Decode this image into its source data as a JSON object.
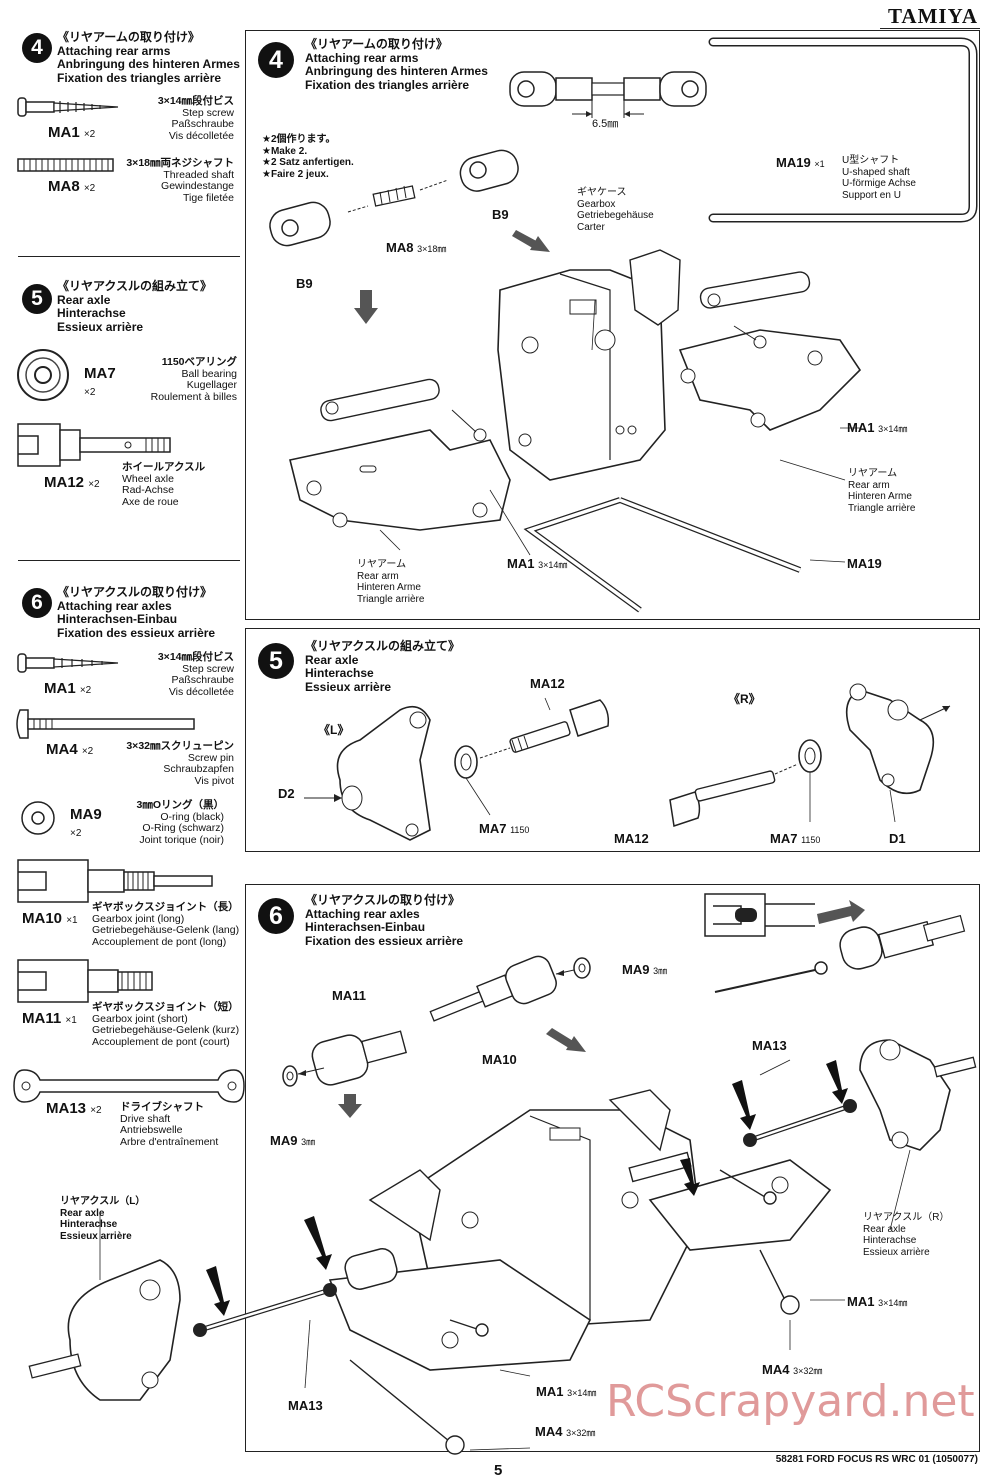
{
  "header": {
    "brand": "TAMIYA"
  },
  "footer": {
    "model": "58281 FORD FOCUS RS WRC 01 (1050077)",
    "page": "5"
  },
  "watermark": {
    "text": "RCScrapyard.net",
    "color": "#e09a9a"
  },
  "sidebar": {
    "step4": {
      "number": "4",
      "title_jp": "《リヤアームの取り付け》",
      "title_en": "Attaching rear arms",
      "title_de": "Anbringung des hinteren Armes",
      "title_fr": "Fixation des triangles arrière",
      "parts": [
        {
          "id": "MA1",
          "qty": "×2",
          "size": "3×14㎜段付ビス",
          "desc": [
            "Step screw",
            "Paßschraube",
            "Vis décolletée"
          ]
        },
        {
          "id": "MA8",
          "qty": "×2",
          "size": "3×18㎜両ネジシャフト",
          "desc": [
            "Threaded shaft",
            "Gewindestange",
            "Tige filetée"
          ]
        }
      ]
    },
    "step5": {
      "number": "5",
      "title_jp": "《リヤアクスルの組み立て》",
      "title_en": "Rear axle",
      "title_de": "Hinterachse",
      "title_fr": "Essieux arrière",
      "parts": [
        {
          "id": "MA7",
          "qty": "×2",
          "size": "1150ベアリング",
          "desc": [
            "Ball bearing",
            "Kugellager",
            "Roulement à billes"
          ]
        },
        {
          "id": "MA12",
          "qty": "×2",
          "size": "ホイールアクスル",
          "desc": [
            "Wheel axle",
            "Rad-Achse",
            "Axe de roue"
          ]
        }
      ]
    },
    "step6": {
      "number": "6",
      "title_jp": "《リヤアクスルの取り付け》",
      "title_en": "Attaching rear axles",
      "title_de": "Hinterachsen-Einbau",
      "title_fr": "Fixation des essieux arrière",
      "parts": [
        {
          "id": "MA1",
          "qty": "×2",
          "size": "3×14㎜段付ビス",
          "desc": [
            "Step screw",
            "Paßschraube",
            "Vis décolletée"
          ]
        },
        {
          "id": "MA4",
          "qty": "×2",
          "size": "3×32㎜スクリューピン",
          "desc": [
            "Screw pin",
            "Schraubzapfen",
            "Vis pivot"
          ]
        },
        {
          "id": "MA9",
          "qty": "×2",
          "size": "3㎜Oリング（黒）",
          "desc": [
            "O-ring (black)",
            "O-Ring (schwarz)",
            "Joint torique (noir)"
          ]
        },
        {
          "id": "MA10",
          "qty": "×1",
          "size": "ギヤボックスジョイント（長）",
          "desc": [
            "Gearbox joint (long)",
            "Getriebegehäuse-Gelenk (lang)",
            "Accouplement de pont (long)"
          ]
        },
        {
          "id": "MA11",
          "qty": "×1",
          "size": "ギヤボックスジョイント（短）",
          "desc": [
            "Gearbox joint (short)",
            "Getriebegehäuse-Gelenk (kurz)",
            "Accouplement de pont (court)"
          ]
        },
        {
          "id": "MA13",
          "qty": "×2",
          "size": "ドライブシャフト",
          "desc": [
            "Drive shaft",
            "Antriebswelle",
            "Arbre d'entraînement"
          ]
        }
      ]
    }
  },
  "panel4": {
    "number": "4",
    "title_jp": "《リヤアームの取り付け》",
    "title_en": "Attaching rear arms",
    "title_de": "Anbringung des hinteren Armes",
    "title_fr": "Fixation des triangles arrière",
    "make2": [
      "★2個作ります。",
      "★Make 2.",
      "★2 Satz anfertigen.",
      "★Faire 2 jeux."
    ],
    "dimension": "6.5㎜",
    "labels": {
      "b9_top": "B9",
      "b9_left": "B9",
      "ma8": "MA8",
      "ma8_size": "3×18㎜",
      "gearbox": [
        "ギヤケース",
        "Gearbox",
        "Getriebegehäuse",
        "Carter"
      ],
      "ma19": "MA19",
      "ma19_qty": "×1",
      "ma19_desc": [
        "U型シャフト",
        "U-shaped shaft",
        "U-förmige Achse",
        "Support en U"
      ],
      "ma1_right": "MA1",
      "ma1_right_size": "3×14㎜",
      "reararm_right": [
        "リヤアーム",
        "Rear arm",
        "Hinteren Arme",
        "Triangle arrière"
      ],
      "reararm_left": [
        "リヤアーム",
        "Rear arm",
        "Hinteren Arme",
        "Triangle arrière"
      ],
      "ma1_bottom": "MA1",
      "ma1_bottom_size": "3×14㎜",
      "ma19_bottom": "MA19"
    }
  },
  "panel5": {
    "number": "5",
    "title_jp": "《リヤアクスルの組み立て》",
    "title_en": "Rear axle",
    "title_de": "Hinterachse",
    "title_fr": "Essieux arrière",
    "labels": {
      "left": "《L》",
      "right": "《R》",
      "ma12_top": "MA12",
      "d2": "D2",
      "ma7_left": "MA7",
      "ma7_left_size": "1150",
      "ma12_bottom": "MA12",
      "ma7_right": "MA7",
      "ma7_right_size": "1150",
      "d1": "D1"
    }
  },
  "panel6": {
    "number": "6",
    "title_jp": "《リヤアクスルの取り付け》",
    "title_en": "Attaching rear axles",
    "title_de": "Hinterachsen-Einbau",
    "title_fr": "Fixation des essieux arrière",
    "labels": {
      "ma9_top": "MA9",
      "ma9_top_size": "3㎜",
      "ma11": "MA11",
      "ma10": "MA10",
      "ma9_left": "MA9",
      "ma9_left_size": "3㎜",
      "ma13_top": "MA13",
      "rear_axle_l": [
        "リヤアクスル（L）",
        "Rear axle",
        "Hinterachse",
        "Essieux arrière"
      ],
      "rear_axle_r": [
        "リヤアクスル（R）",
        "Rear axle",
        "Hinterachse",
        "Essieux arrière"
      ],
      "ma1_right": "MA1",
      "ma1_right_size": "3×14㎜",
      "ma4_right": "MA4",
      "ma4_right_size": "3×32㎜",
      "ma13_bottom": "MA13",
      "ma1_bottom": "MA1",
      "ma1_bottom_size": "3×14㎜",
      "ma4_bottom": "MA4",
      "ma4_bottom_size": "3×32㎜"
    }
  }
}
